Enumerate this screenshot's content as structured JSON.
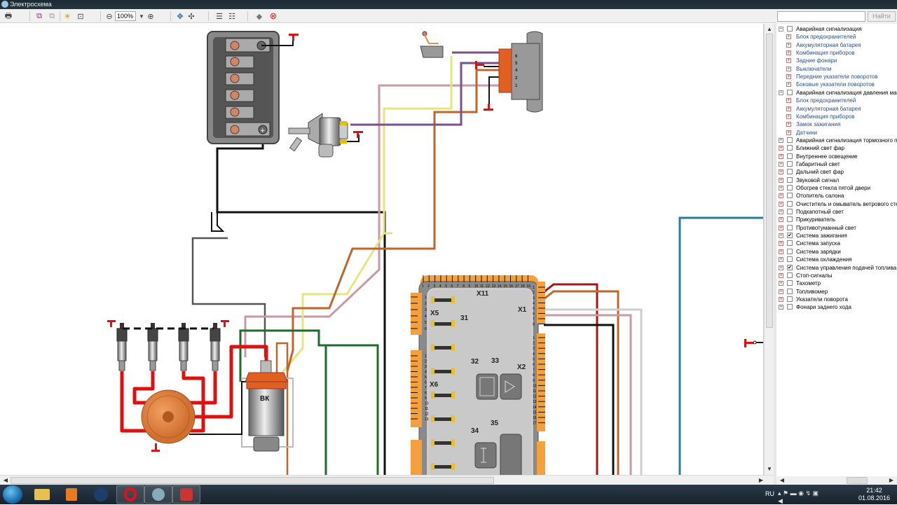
{
  "window": {
    "title": "Электросхема"
  },
  "toolbar": {
    "buttons": [
      "print-icon",
      "layout-mode-icon",
      "layout-mode-alt-icon",
      "highlight-icon",
      "fit-page-icon",
      "zoom-out-icon",
      "zoom-dropdown-icon",
      "zoom-in-icon",
      "select-icon",
      "pan-icon",
      "list-icon",
      "checklist-icon",
      "book-icon",
      "close-red-icon"
    ],
    "zoom_value": "100%"
  },
  "search": {
    "placeholder": "",
    "value": "",
    "find_label": "Найти"
  },
  "tree": [
    {
      "label": "Аварийная сигнализация",
      "level": 0,
      "expanded": true,
      "checked": false
    },
    {
      "label": "Блок предохранителей",
      "level": 1
    },
    {
      "label": "Аккумуляторная батарея",
      "level": 1
    },
    {
      "label": "Комбинация приборов",
      "level": 1
    },
    {
      "label": "Задние фонари",
      "level": 1
    },
    {
      "label": "Выключатели",
      "level": 1
    },
    {
      "label": "Передние указатели поворотов",
      "level": 1
    },
    {
      "label": "Боковые указатели поворотов",
      "level": 1
    },
    {
      "label": "Аварийная сигнализация давления масла",
      "level": 0,
      "expanded": true,
      "checked": false
    },
    {
      "label": "Блок предохранителей",
      "level": 1
    },
    {
      "label": "Аккумуляторная батарея",
      "level": 1
    },
    {
      "label": "Комбинация приборов",
      "level": 1
    },
    {
      "label": "Замок зажигания",
      "level": 1
    },
    {
      "label": "Датчики",
      "level": 1
    },
    {
      "label": "Аварийная сигнализация тормозного привода",
      "level": 0,
      "expanded": false,
      "checked": false
    },
    {
      "label": "Ближний свет фар",
      "level": 0,
      "expanded": false,
      "checked": false
    },
    {
      "label": "Внутреннее освещение",
      "level": 0,
      "expanded": false,
      "checked": false
    },
    {
      "label": "Габаритный свет",
      "level": 0,
      "expanded": false,
      "checked": false
    },
    {
      "label": "Дальний свет фар",
      "level": 0,
      "expanded": false,
      "checked": false
    },
    {
      "label": "Звуковой сигнал",
      "level": 0,
      "expanded": false,
      "checked": false
    },
    {
      "label": "Обогрев стекла пятой двери",
      "level": 0,
      "expanded": false,
      "checked": false
    },
    {
      "label": "Отопитель салона",
      "level": 0,
      "expanded": false,
      "checked": false
    },
    {
      "label": "Очиститель и омыватель ветрового стекла",
      "level": 0,
      "expanded": false,
      "checked": false
    },
    {
      "label": "Подкапотный свет",
      "level": 0,
      "expanded": false,
      "checked": false
    },
    {
      "label": "Прикуриватель",
      "level": 0,
      "expanded": false,
      "checked": false
    },
    {
      "label": "Противотуманный свет",
      "level": 0,
      "expanded": false,
      "checked": false
    },
    {
      "label": "Система зажигания",
      "level": 0,
      "expanded": false,
      "checked": true
    },
    {
      "label": "Система запуска",
      "level": 0,
      "expanded": false,
      "checked": false
    },
    {
      "label": "Система зарядки",
      "level": 0,
      "expanded": false,
      "checked": false
    },
    {
      "label": "Система охлаждения",
      "level": 0,
      "expanded": false,
      "checked": false
    },
    {
      "label": "Система управления подачей топлива",
      "level": 0,
      "expanded": false,
      "checked": true
    },
    {
      "label": "Стоп-сигналы",
      "level": 0,
      "expanded": false,
      "checked": false
    },
    {
      "label": "Тахометр",
      "level": 0,
      "expanded": false,
      "checked": false
    },
    {
      "label": "Топливомер",
      "level": 0,
      "expanded": false,
      "checked": false
    },
    {
      "label": "Указатели поворота",
      "level": 0,
      "expanded": false,
      "checked": false
    },
    {
      "label": "Фонари заднего хода",
      "level": 0,
      "expanded": false,
      "checked": false
    }
  ],
  "diagram": {
    "coil_label": "ВК",
    "block_labels": {
      "x11": "X11",
      "x1": "X1",
      "x2": "X2",
      "x5": "X5",
      "x6": "X6",
      "r31": "31",
      "r32": "32",
      "r33": "33",
      "r34": "34",
      "r35": "35"
    },
    "switch_pins": [
      "6",
      "5",
      "4",
      "2",
      "1"
    ],
    "x11_pins": [
      "1",
      "2",
      "3",
      "4",
      "5",
      "6",
      "7",
      "8",
      "9",
      "10",
      "11",
      "12",
      "13",
      "14",
      "15",
      "16",
      "17",
      "18",
      "19"
    ],
    "x1_pins": [
      "1",
      "2",
      "3",
      "4",
      "5",
      "6",
      "7",
      "8"
    ],
    "x2_pins": [
      "1",
      "2",
      "3",
      "4",
      "5",
      "6",
      "7",
      "8",
      "9",
      "10",
      "11",
      "12",
      "13",
      "14",
      "15",
      "16",
      "17"
    ],
    "x5_pins": [
      "1",
      "2",
      "3",
      "4",
      "5",
      "6"
    ],
    "x6_pins": [
      "1",
      "2",
      "3",
      "4",
      "5",
      "6",
      "7",
      "8",
      "9",
      "10",
      "11",
      "12",
      "13"
    ],
    "colors": {
      "red": "#e01010",
      "black": "#111111",
      "brown": "#c0662a",
      "violet": "#7a4f8a",
      "pink": "#c99aa5",
      "yellow": "#e6e680",
      "green": "#1e6b2e",
      "teal": "#2a7f97",
      "gray": "#b7b7b7",
      "darkred": "#a01818",
      "orange": "#f5a03a"
    }
  },
  "taskbar": {
    "apps": [
      "explorer-icon",
      "media-player-icon",
      "steam-icon",
      "opera-icon",
      "car-disc-icon",
      "electroscheme-icon"
    ],
    "language": "RU",
    "time": "21:42",
    "date": "01.08.2016"
  }
}
